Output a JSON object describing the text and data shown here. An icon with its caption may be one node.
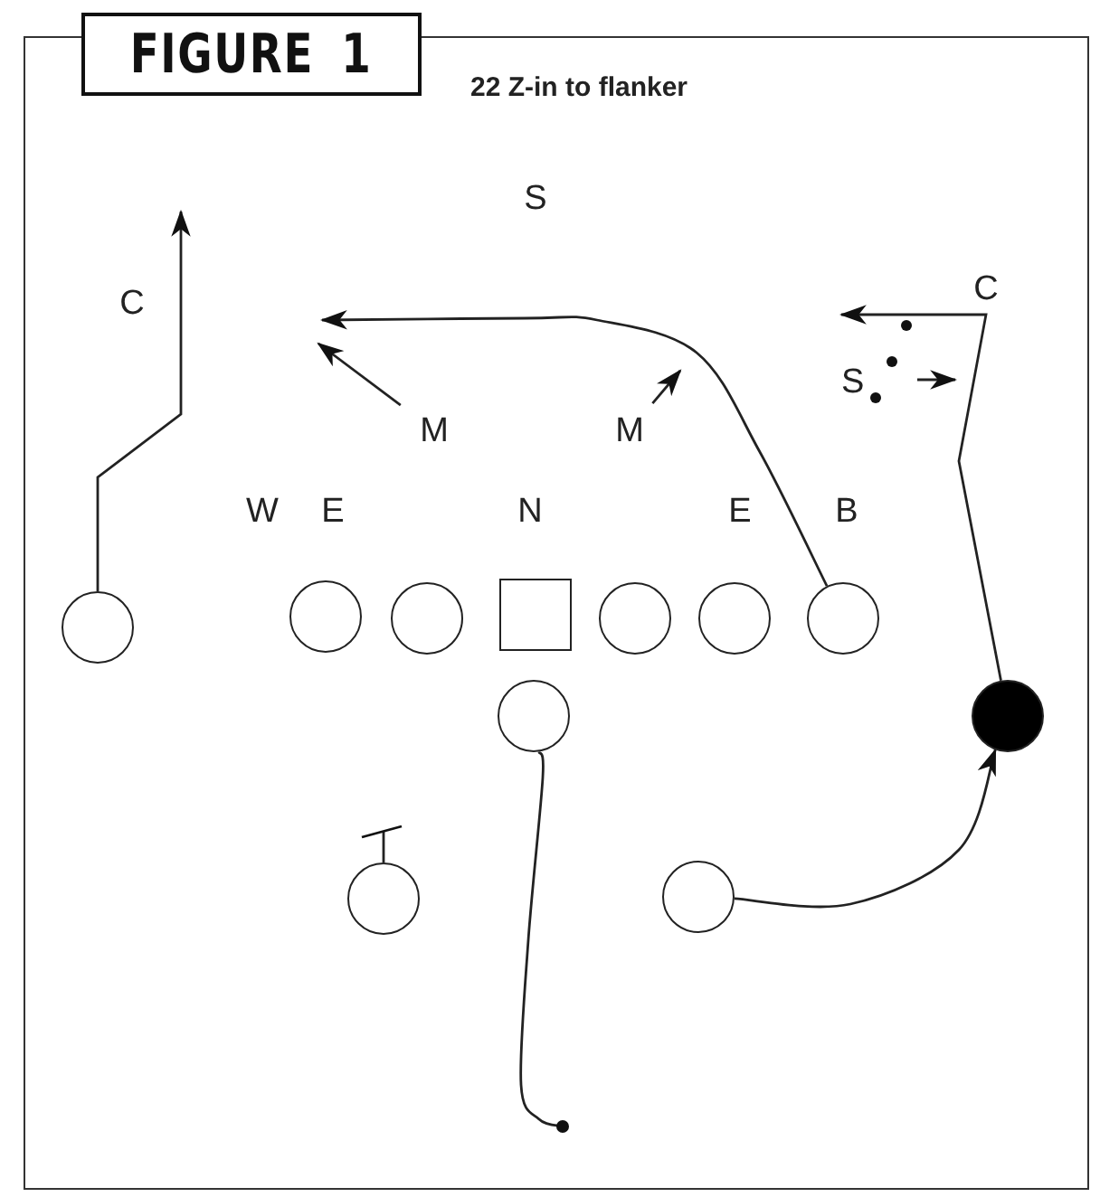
{
  "diagram": {
    "title": "FIGURE 1",
    "caption": "22 Z-in to flanker",
    "nodes": [
      {
        "text": [
          "M"
        ]
      },
      {
        "text": [
          "M"
        ]
      },
      {
        "text": [
          "S"
        ]
      },
      {
        "text": [],
        "shape": "circle"
      },
      {
        "text": [],
        "shape": "circle"
      },
      {
        "text": [],
        "shape": "circle"
      },
      {
        "text": [],
        "shape": "box"
      },
      {
        "text": [],
        "shape": "circle"
      },
      {
        "text": [],
        "shape": "circle"
      },
      {
        "text": [],
        "shape": "circle"
      },
      {
        "text": [],
        "shape": "circle"
      },
      {
        "text": [],
        "shape": "circle"
      },
      {
        "text": [],
        "shape": "circle"
      },
      {
        "text": [],
        "shape": "circle"
      }
    ],
    "edges": [
      {
        "from": 3,
        "to": null,
        "arrow": "to"
      },
      {
        "from": 9,
        "to": null,
        "arrow": "to"
      },
      {
        "from": 0,
        "to": null,
        "arrow": "to"
      },
      {
        "from": 1,
        "to": null,
        "arrow": "to"
      },
      {
        "from": 2,
        "to": null,
        "arrow": "to"
      },
      {
        "from": 10,
        "to": 2,
        "arrow": "to"
      },
      {
        "from": 13,
        "to": 10,
        "arrow": "to"
      },
      {
        "from": 11,
        "to": null,
        "arrow": "other"
      },
      {
        "from": 12,
        "to": null,
        "arrow": "other"
      }
    ],
    "labels": [
      "S",
      "C",
      "C",
      "W",
      "E",
      "N",
      "E",
      "B"
    ]
  }
}
